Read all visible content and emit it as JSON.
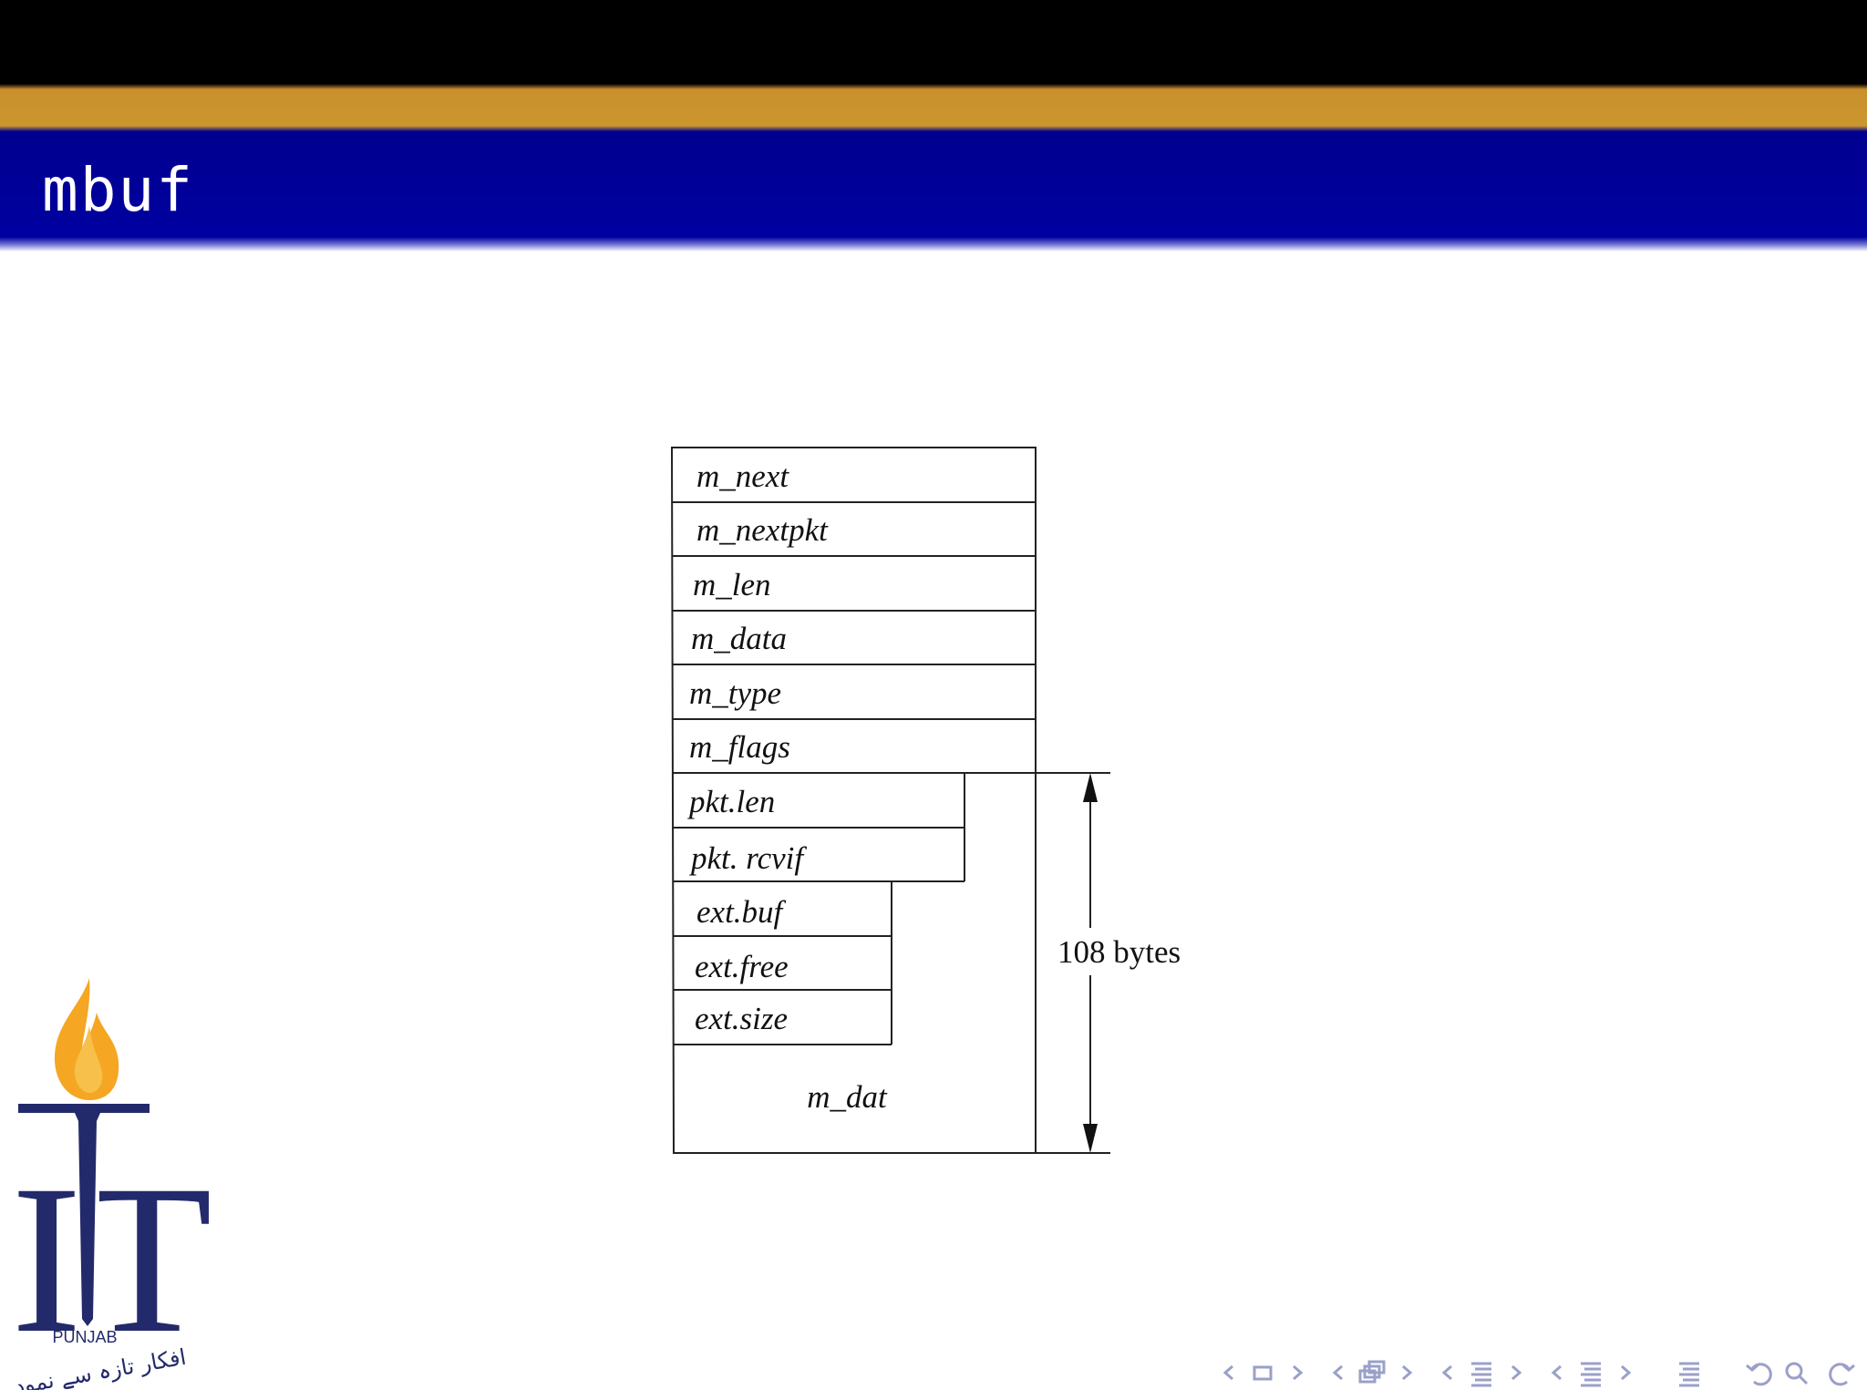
{
  "slide": {
    "title": "mbuf"
  },
  "diagram": {
    "fields": [
      {
        "name": "m_next"
      },
      {
        "name": "m_nextpkt"
      },
      {
        "name": "m_len"
      },
      {
        "name": "m_data"
      },
      {
        "name": "m_type"
      },
      {
        "name": "m_flags"
      },
      {
        "name": "pkt.len"
      },
      {
        "name": "pkt. rcvif"
      },
      {
        "name": "ext.buf"
      },
      {
        "name": "ext.free"
      },
      {
        "name": "ext.size"
      },
      {
        "name": "m_dat"
      }
    ],
    "size_label": "108 bytes"
  },
  "logo": {
    "letters": "ITU",
    "region": "PUNJAB",
    "motto": "افکار تازہ سے نمود",
    "colors": {
      "navy": "#232a6b",
      "flame": "#f5a623"
    }
  },
  "colors": {
    "title_bar": "#0000a0",
    "accent_bar": "#cc972f",
    "top_bar": "#000000",
    "nav": "#9aa0c8"
  }
}
